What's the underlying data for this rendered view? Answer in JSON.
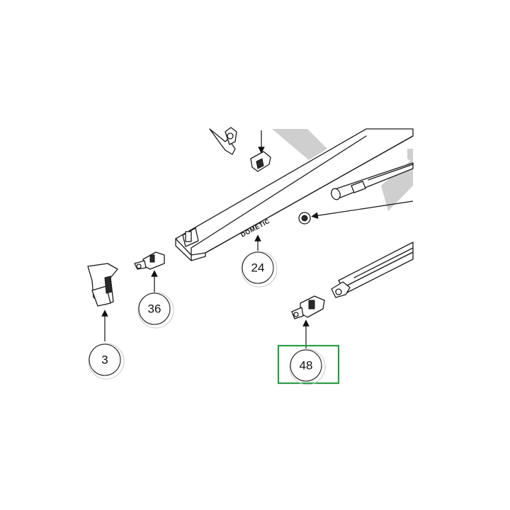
{
  "diagram": {
    "brand_text": "DOMETIC",
    "callouts": [
      {
        "id": "3",
        "label": "3",
        "highlighted": false
      },
      {
        "id": "36",
        "label": "36",
        "highlighted": false
      },
      {
        "id": "24",
        "label": "24",
        "highlighted": false
      },
      {
        "id": "48",
        "label": "48",
        "highlighted": true
      }
    ],
    "highlight_color": "#2a9d49",
    "stripe_color": "#cfcfcf"
  }
}
